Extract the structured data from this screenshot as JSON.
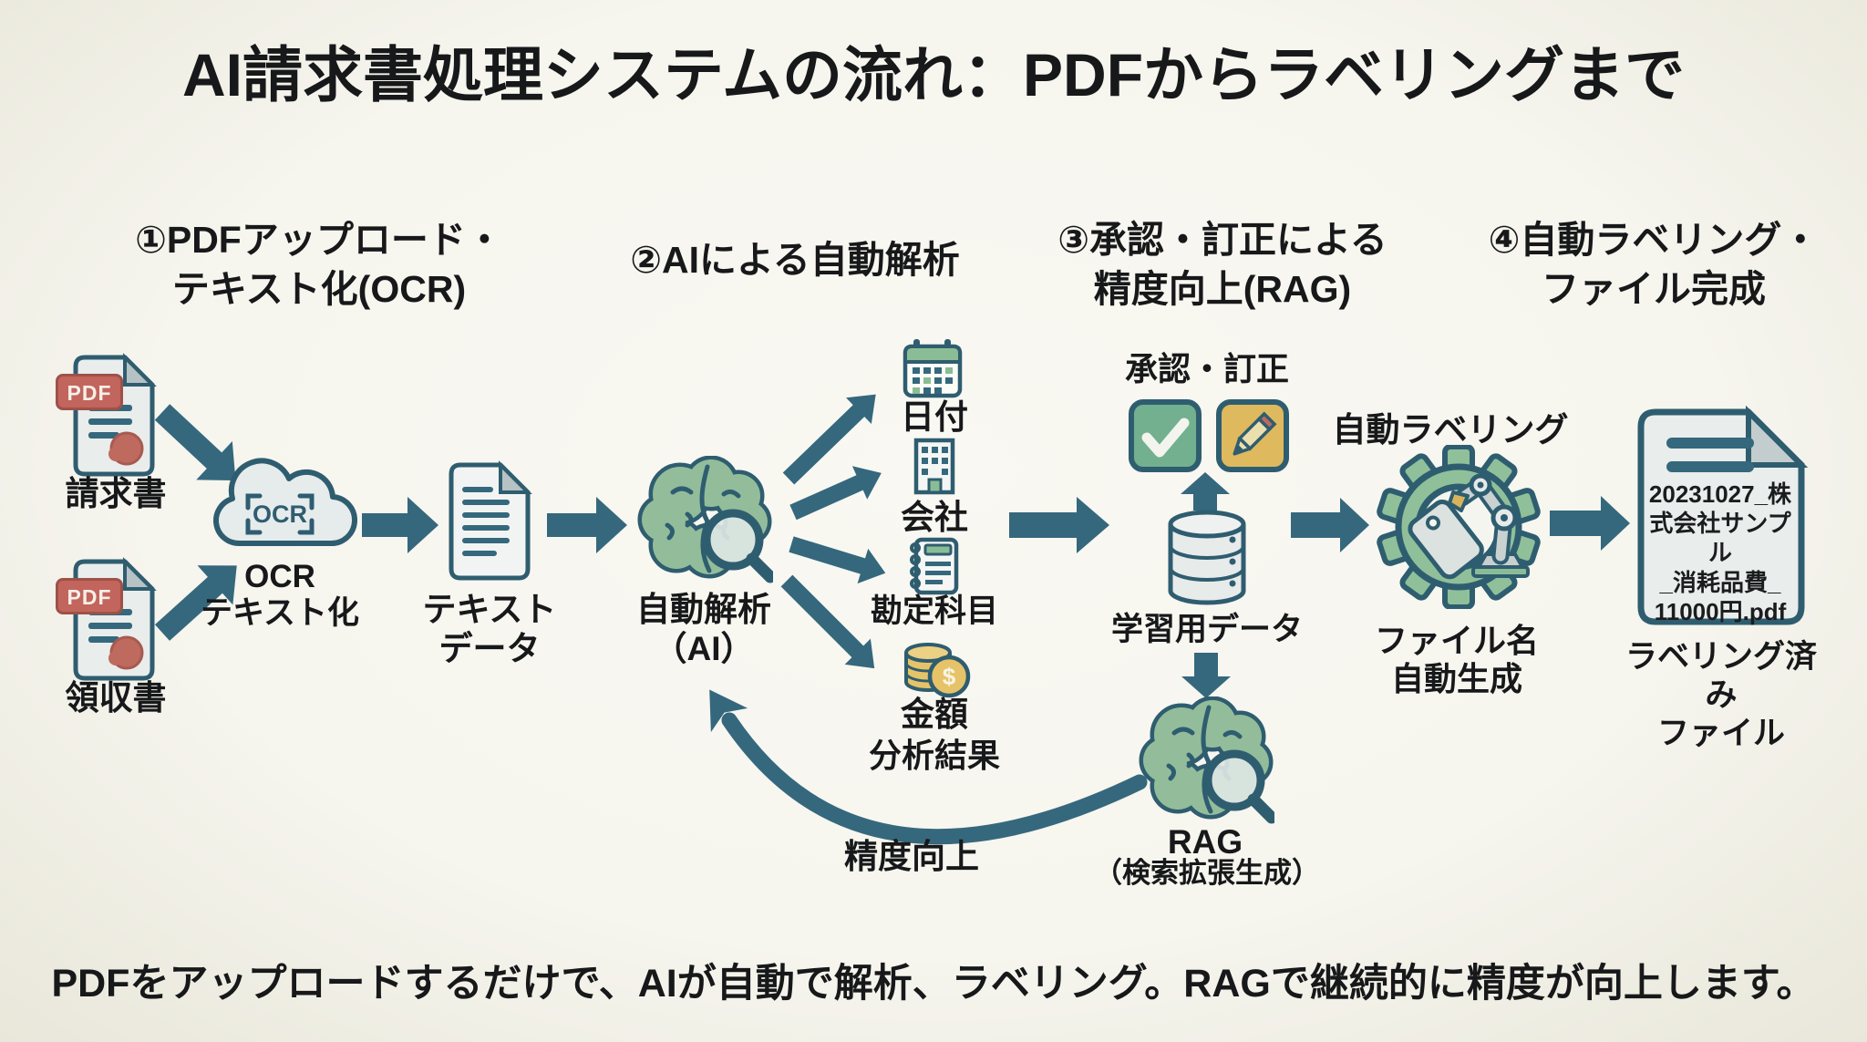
{
  "title": "AI請求書処理システムの流れ：PDFからラベリングまで",
  "steps": {
    "s1a": "①PDFアップロード・",
    "s1b": "テキスト化(OCR)",
    "s2a": "②AIによる自動解析",
    "s3a": "③承認・訂正による",
    "s3b": "精度向上(RAG)",
    "s4a": "④自動ラベリング・",
    "s4b": "ファイル完成"
  },
  "nodes": {
    "invoice": {
      "badge": "PDF",
      "label": "請求書"
    },
    "receipt": {
      "badge": "PDF",
      "label": "領収書"
    },
    "ocr": {
      "glyph": "OCR",
      "line1": "OCR",
      "line2": "テキスト化"
    },
    "text_data": {
      "line1": "テキスト",
      "line2": "データ"
    },
    "ai_analysis": {
      "line1": "自動解析",
      "line2": "（AI）"
    },
    "outputs": {
      "date": "日付",
      "company": "会社",
      "account": "勘定科目",
      "amount": "金額",
      "result": "分析結果",
      "currency": "$"
    },
    "approval": {
      "label": "承認・訂正"
    },
    "training_data": {
      "label": "学習用データ"
    },
    "rag": {
      "line1": "RAG",
      "line2": "（検索拡張生成）"
    },
    "auto_labeling": {
      "title": "自動ラベリング",
      "line1": "ファイル名",
      "line2": "自動生成"
    },
    "final_file": {
      "name1": "20231027_株",
      "name2": "式会社サンプル",
      "name3": "_消耗品費_",
      "name4": "11000円.pdf",
      "line1": "ラベリング済み",
      "line2": "ファイル"
    },
    "feedback_label": "精度向上"
  },
  "footer": "PDFをアップロードするだけで、AIが自動で解析、ラベリング。RAGで継続的に精度が向上します。",
  "colors": {
    "arrow_teal": "#35687d",
    "outline_teal": "#2f5d70",
    "brain_green": "#93bd9a",
    "soft_green": "#8abd95",
    "check_green": "#72b08f",
    "gold": "#dfb95e",
    "coin_gold": "#e6c368",
    "pdf_red": "#c2655c",
    "ink": "#17181a",
    "paper": "#e9edec",
    "background": "#f6f5ee"
  }
}
